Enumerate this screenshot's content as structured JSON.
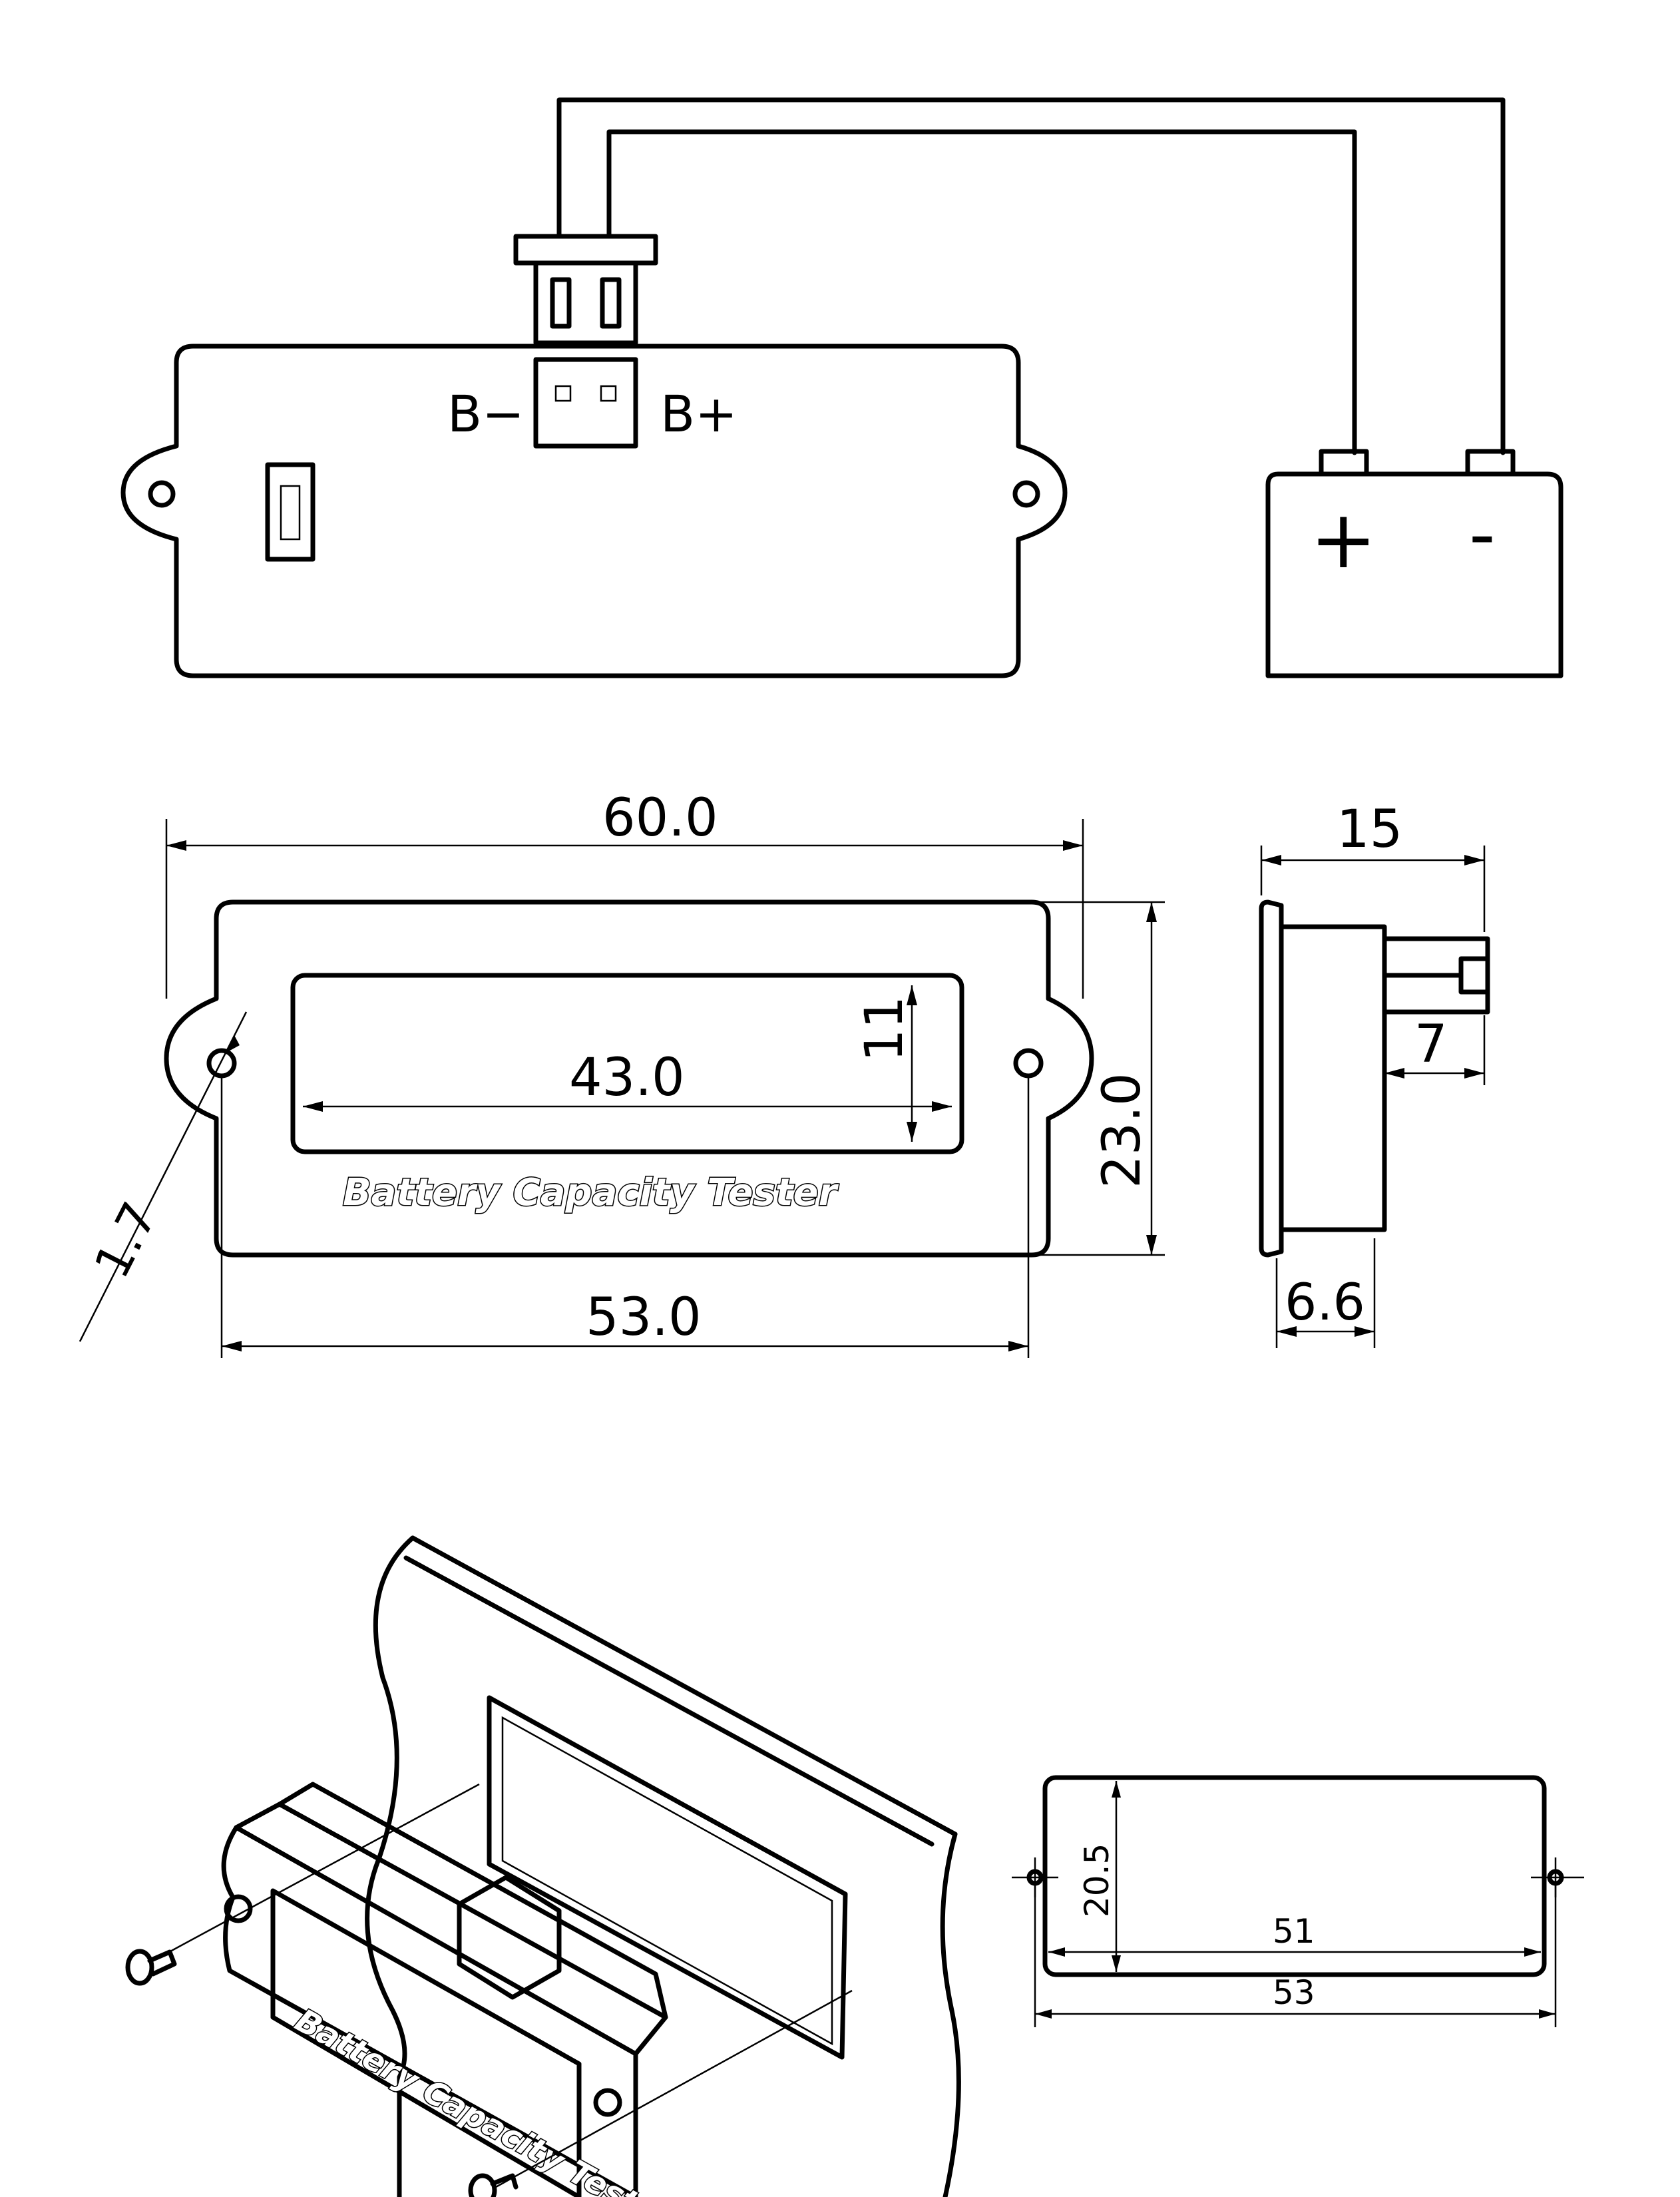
{
  "wiring": {
    "terminal_negative": "B−",
    "terminal_positive": "B+",
    "battery_plus": "+",
    "battery_minus": "-"
  },
  "front_view": {
    "overall_width": "60.0",
    "window_width": "43.0",
    "window_height": "11",
    "overall_height": "23.0",
    "hole_spacing": "53.0",
    "hole_diameter": "1.7",
    "brand_text": "Battery Capacity Tester"
  },
  "side_view": {
    "depth": "15",
    "connector_depth": "7",
    "bezel_depth": "6.6"
  },
  "cutout": {
    "height": "20.5",
    "width": "51",
    "hole_spacing": "53"
  },
  "isometric": {
    "brand_text": "Battery Capacity Tester"
  }
}
